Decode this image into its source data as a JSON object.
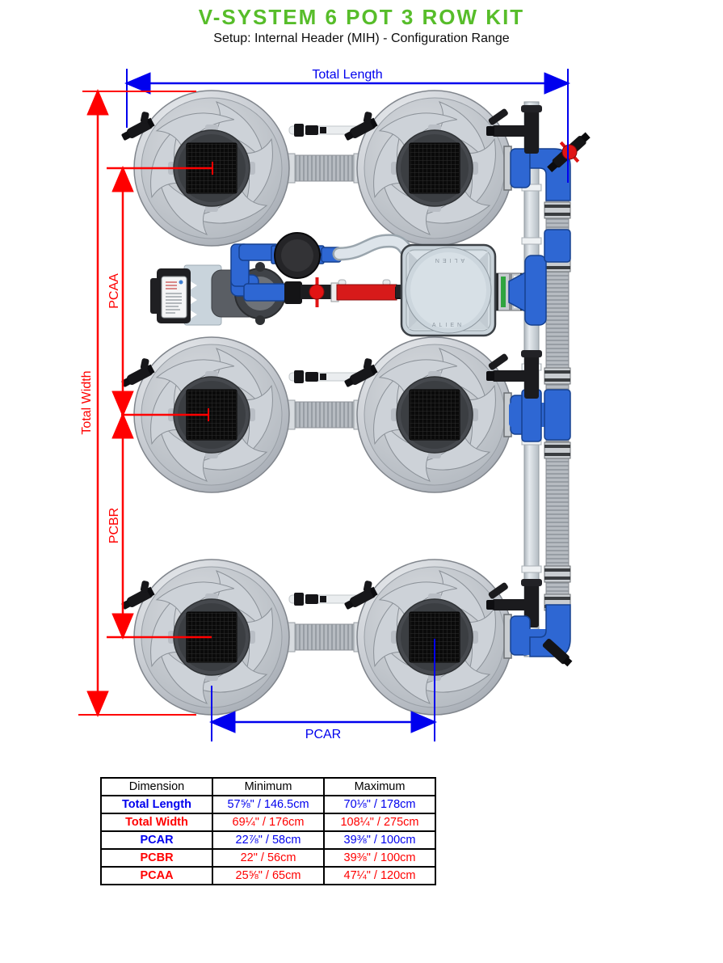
{
  "header": {
    "title": "V-SYSTEM 6 POT 3 ROW KIT",
    "subtitle": "Setup: Internal Header (MIH) - Configuration Range"
  },
  "diagram": {
    "labels": {
      "total_length": "Total Length",
      "total_width": "Total Width",
      "pcaa": "PCAA",
      "pcbr": "PCBR",
      "pcar": "PCAR"
    },
    "reservoir_brand": "ALIEN",
    "colors": {
      "title_green": "#57bd2a",
      "dimension_blue": "#0000ee",
      "dimension_red": "#ff0000",
      "pipe_blue": "#2e67d3"
    }
  },
  "table": {
    "headers": [
      "Dimension",
      "Minimum",
      "Maximum"
    ],
    "rows": [
      {
        "dimension": "Total Length",
        "min": "57⅝\" / 146.5cm",
        "max": "70⅛\" / 178cm",
        "color": "#0000ee"
      },
      {
        "dimension": "Total Width",
        "min": "69¼\" / 176cm",
        "max": "108¼\" / 275cm",
        "color": "#ff0000"
      },
      {
        "dimension": "PCAR",
        "min": "22⅞\" / 58cm",
        "max": "39⅜\" / 100cm",
        "color": "#0000ee"
      },
      {
        "dimension": "PCBR",
        "min": "22\" / 56cm",
        "max": "39⅜\" / 100cm",
        "color": "#ff0000"
      },
      {
        "dimension": "PCAA",
        "min": "25⅝\" / 65cm",
        "max": "47¼\" / 120cm",
        "color": "#ff0000"
      }
    ]
  }
}
